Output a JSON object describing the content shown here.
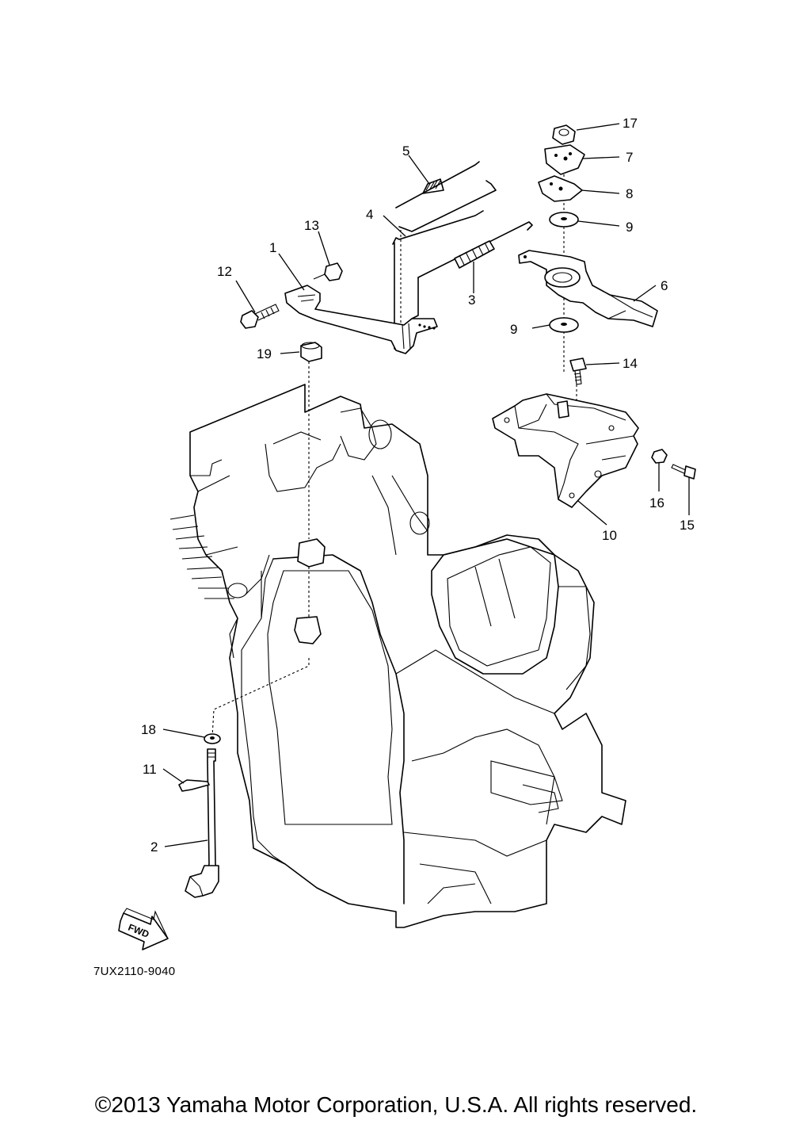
{
  "diagram": {
    "callouts": {
      "c1": "1",
      "c2": "2",
      "c3": "3",
      "c4": "4",
      "c5": "5",
      "c6": "6",
      "c7": "7",
      "c8": "8",
      "c9a": "9",
      "c9b": "9",
      "c10": "10",
      "c11": "11",
      "c12": "12",
      "c13": "13",
      "c14": "14",
      "c15": "15",
      "c16": "16",
      "c17": "17",
      "c18": "18",
      "c19": "19"
    },
    "fwd_label": "FWD",
    "drawing_code": "7UX2110-9040"
  },
  "footer": {
    "copyright": "©2013 Yamaha Motor Corporation, U.S.A. All rights reserved."
  }
}
